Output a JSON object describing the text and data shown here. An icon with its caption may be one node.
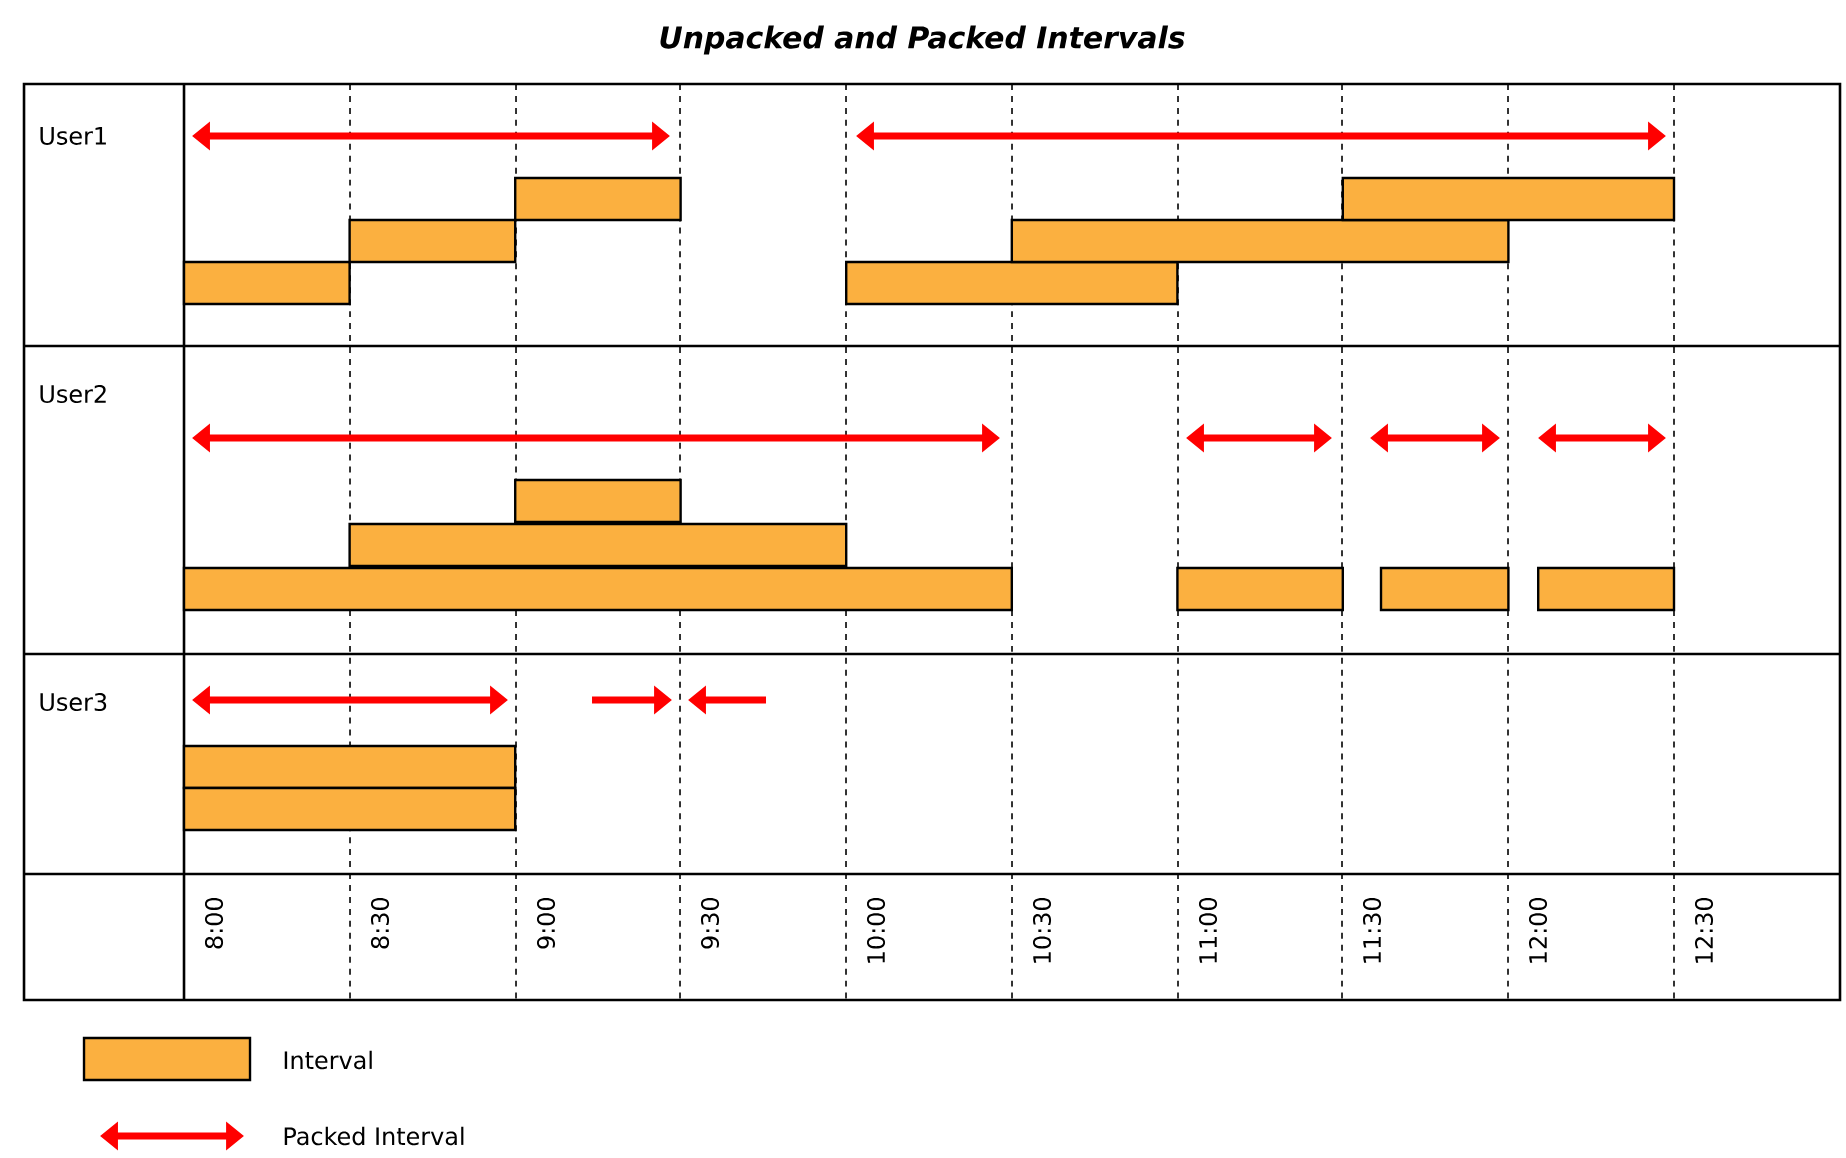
{
  "diagram": {
    "title": "Unpacked and Packed Intervals",
    "labels": [
      "User1",
      "User2",
      "User3",
      "8:00",
      "8:30",
      "9:00",
      "9:30",
      "10:00",
      "10:30",
      "11:00",
      "11:30",
      "12:00",
      "12:30"
    ],
    "legend": [
      {
        "text": "Interval",
        "color": "#fbb040"
      },
      {
        "text": "Packed Interval"
      }
    ]
  }
}
